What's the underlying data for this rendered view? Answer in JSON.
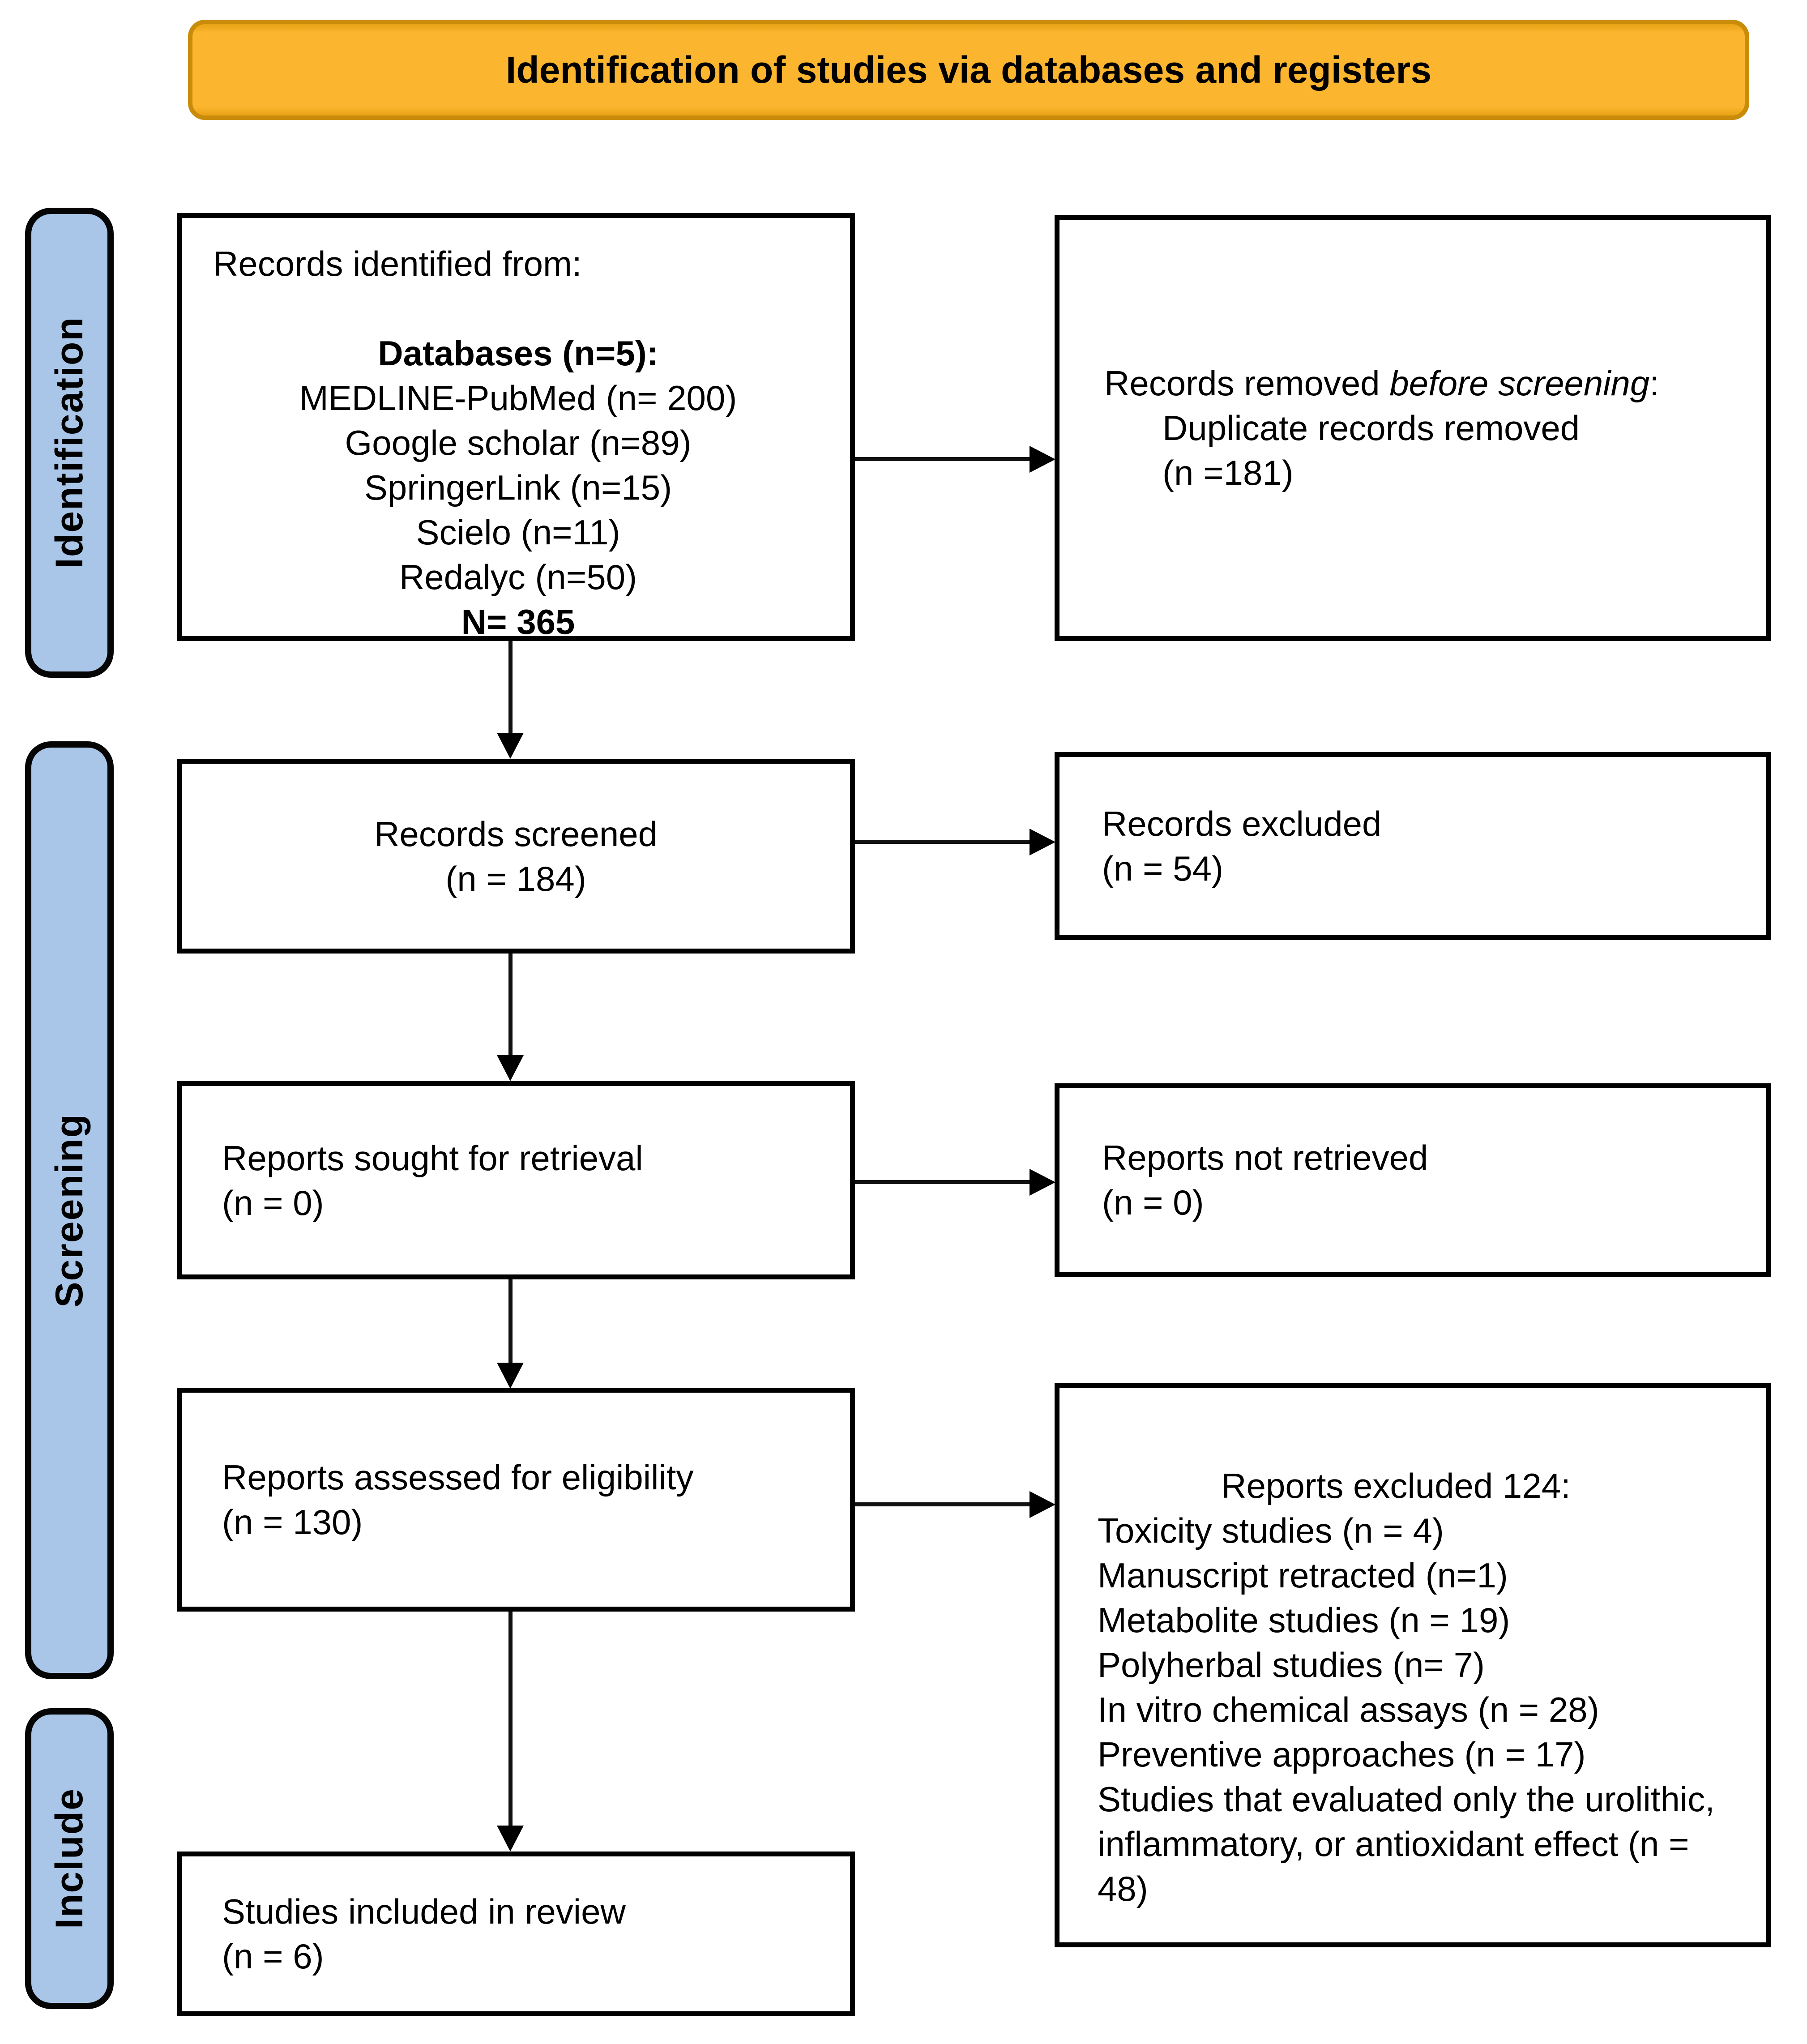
{
  "banner": {
    "title": "Identification of studies via databases and registers"
  },
  "colors": {
    "banner_bg": "#FBB52E",
    "banner_border": "#C98C0A",
    "stage_bg": "#A9C6E8",
    "box_border": "#000000",
    "text": "#000000"
  },
  "sidebar": {
    "identification": "Identification",
    "screening": "Screening",
    "include": "Include"
  },
  "boxes": {
    "records_identified": {
      "intro": "Records identified from:",
      "databases_heading": "Databases (n=5):",
      "sources": [
        "MEDLINE-PubMed (n= 200)",
        "Google scholar (n=89)",
        "SpringerLink (n=15)",
        "Scielo (n=11)",
        "Redalyc (n=50)"
      ],
      "total": "N= 365"
    },
    "records_removed": {
      "line1_prefix": "Records removed ",
      "line1_italic": "before screening",
      "line1_suffix": ":",
      "line2": "Duplicate records removed",
      "line3": "(n =181)"
    },
    "records_screened": {
      "line1": "Records screened",
      "line2": "(n = 184)"
    },
    "records_excluded": {
      "line1": "Records excluded",
      "line2": "(n = 54)"
    },
    "reports_sought": {
      "line1": "Reports sought for retrieval",
      "line2": "(n = 0)"
    },
    "reports_not_retrieved": {
      "line1": "Reports not retrieved",
      "line2": "(n = 0)"
    },
    "reports_assessed": {
      "line1": "Reports assessed for eligibility",
      "line2": "(n = 130)"
    },
    "reports_excluded": {
      "heading": "Reports excluded 124:",
      "reasons": [
        "Toxicity studies (n = 4)",
        "Manuscript retracted (n=1)",
        "Metabolite studies (n = 19)",
        "Polyherbal studies (n= 7)",
        "In vitro chemical assays (n = 28)",
        "Preventive approaches (n = 17)",
        "Studies that evaluated only the urolithic, inflammatory, or antioxidant effect (n = 48)"
      ]
    },
    "studies_included": {
      "line1": "Studies included in review",
      "line2": "(n = 6)"
    }
  }
}
